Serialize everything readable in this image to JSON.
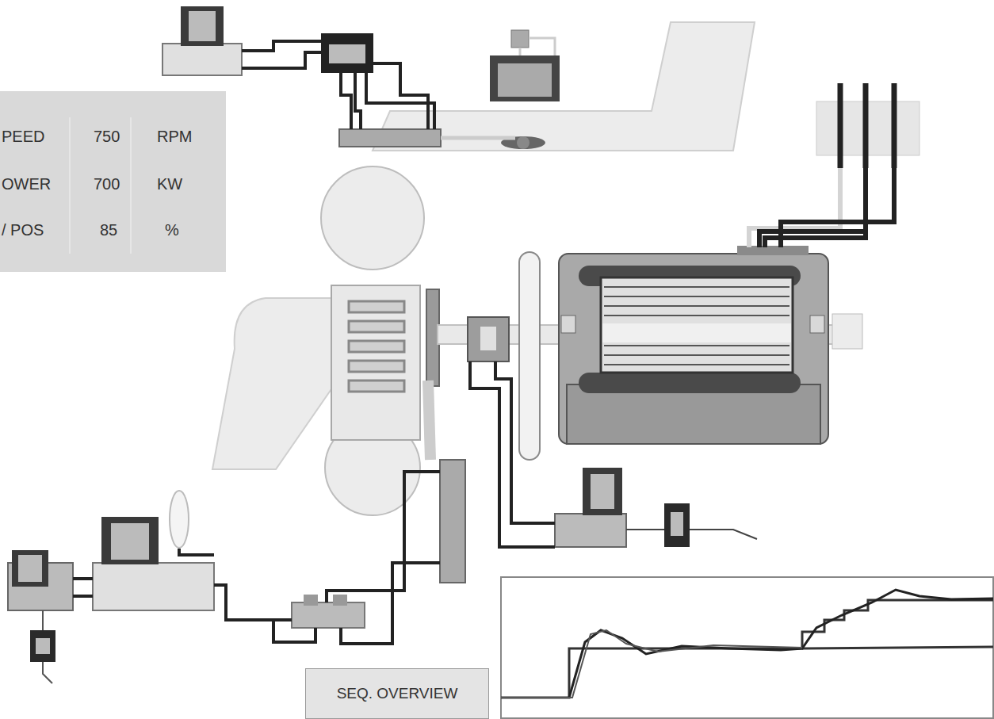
{
  "diagram": {
    "nodes": [
      {
        "text": [
          "SEQ. OVERVIEW"
        ]
      }
    ],
    "labels": [
      "PEED",
      "750",
      "RPM",
      "OWER",
      "700",
      "KW",
      "/ POS",
      "85",
      "%"
    ]
  }
}
